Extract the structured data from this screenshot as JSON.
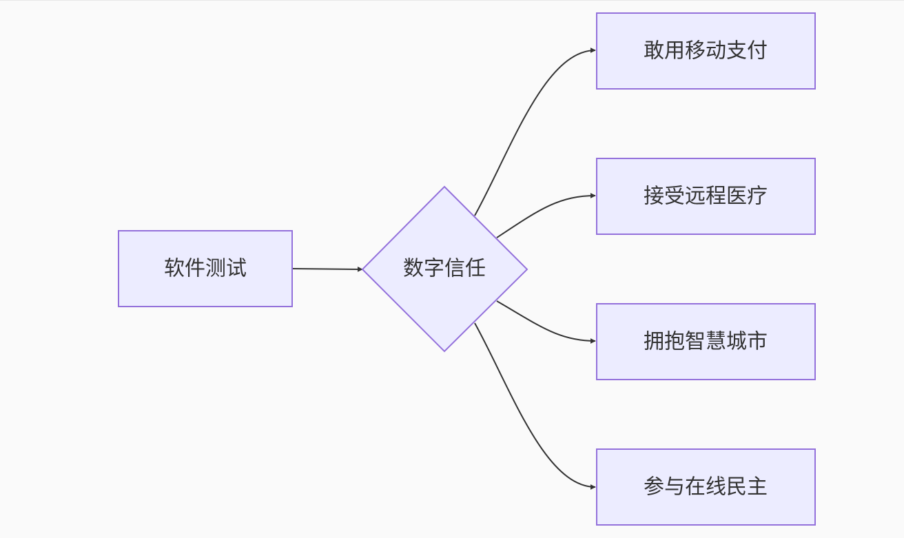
{
  "colors": {
    "background": "#fafafa",
    "node_fill": "#ececff",
    "node_stroke": "#9370db",
    "edge": "#333333",
    "text": "#333333"
  },
  "nodes": {
    "source": {
      "label": "软件测试",
      "shape": "rectangle"
    },
    "decision": {
      "label": "数字信任",
      "shape": "diamond"
    },
    "mobile_pay": {
      "label": "敢用移动支付",
      "shape": "rectangle"
    },
    "telemedicine": {
      "label": "接受远程医疗",
      "shape": "rectangle"
    },
    "smart_city": {
      "label": "拥抱智慧城市",
      "shape": "rectangle"
    },
    "online_democracy": {
      "label": "参与在线民主",
      "shape": "rectangle"
    }
  },
  "edges": [
    {
      "from": "source",
      "to": "decision"
    },
    {
      "from": "decision",
      "to": "mobile_pay"
    },
    {
      "from": "decision",
      "to": "telemedicine"
    },
    {
      "from": "decision",
      "to": "smart_city"
    },
    {
      "from": "decision",
      "to": "online_democracy"
    }
  ]
}
